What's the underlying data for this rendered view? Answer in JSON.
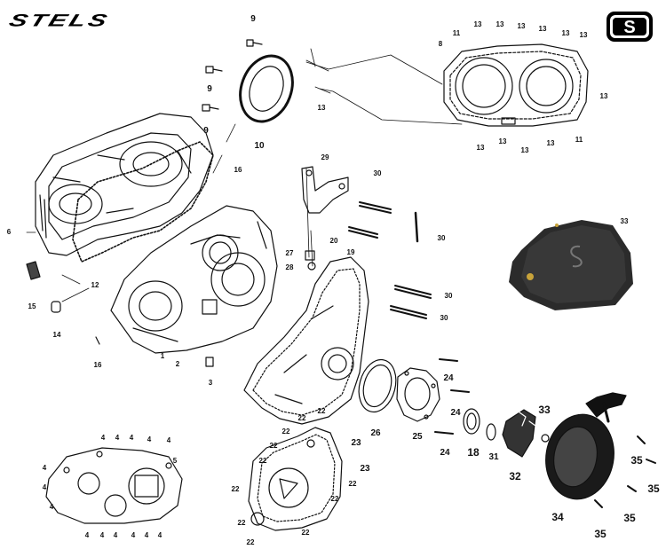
{
  "brand": {
    "name": "STELS",
    "logo_letter": "S"
  },
  "photo": {
    "label": "33"
  },
  "labels": [
    {
      "id": "l9a",
      "text": "9"
    },
    {
      "id": "l9b",
      "text": "9"
    },
    {
      "id": "l9c",
      "text": "9"
    },
    {
      "id": "l10",
      "text": "10"
    },
    {
      "id": "l13a",
      "text": "13"
    },
    {
      "id": "l8",
      "text": "8"
    },
    {
      "id": "l11a",
      "text": "11"
    },
    {
      "id": "l13b",
      "text": "13"
    },
    {
      "id": "l13c",
      "text": "13"
    },
    {
      "id": "l13d",
      "text": "13"
    },
    {
      "id": "l13e",
      "text": "13"
    },
    {
      "id": "l13f",
      "text": "13"
    },
    {
      "id": "l13g",
      "text": "13"
    },
    {
      "id": "l13h",
      "text": "13"
    },
    {
      "id": "l13i",
      "text": "13"
    },
    {
      "id": "l13j",
      "text": "13"
    },
    {
      "id": "l13k",
      "text": "13"
    },
    {
      "id": "l13l",
      "text": "13"
    },
    {
      "id": "l11b",
      "text": "11"
    },
    {
      "id": "l16a",
      "text": "16"
    },
    {
      "id": "l6",
      "text": "6"
    },
    {
      "id": "l12",
      "text": "12"
    },
    {
      "id": "l15",
      "text": "15"
    },
    {
      "id": "l14",
      "text": "14"
    },
    {
      "id": "l16b",
      "text": "16"
    },
    {
      "id": "l1",
      "text": "1"
    },
    {
      "id": "l2",
      "text": "2"
    },
    {
      "id": "l3",
      "text": "3"
    },
    {
      "id": "l29",
      "text": "29"
    },
    {
      "id": "l30a",
      "text": "30"
    },
    {
      "id": "l30b",
      "text": "30"
    },
    {
      "id": "l30c",
      "text": "30"
    },
    {
      "id": "l30d",
      "text": "30"
    },
    {
      "id": "l27",
      "text": "27"
    },
    {
      "id": "l28",
      "text": "28"
    },
    {
      "id": "l20",
      "text": "20"
    },
    {
      "id": "l19",
      "text": "19"
    },
    {
      "id": "l24a",
      "text": "24"
    },
    {
      "id": "l24b",
      "text": "24"
    },
    {
      "id": "l24c",
      "text": "24"
    },
    {
      "id": "l26",
      "text": "26"
    },
    {
      "id": "l25",
      "text": "25"
    },
    {
      "id": "l18",
      "text": "18"
    },
    {
      "id": "l31",
      "text": "31"
    },
    {
      "id": "l33",
      "text": "33"
    },
    {
      "id": "l32",
      "text": "32"
    },
    {
      "id": "l34",
      "text": "34"
    },
    {
      "id": "l35a",
      "text": "35"
    },
    {
      "id": "l35b",
      "text": "35"
    },
    {
      "id": "l35c",
      "text": "35"
    },
    {
      "id": "l35d",
      "text": "35"
    },
    {
      "id": "l22a",
      "text": "22"
    },
    {
      "id": "l22b",
      "text": "22"
    },
    {
      "id": "l22c",
      "text": "22"
    },
    {
      "id": "l22d",
      "text": "22"
    },
    {
      "id": "l22e",
      "text": "22"
    },
    {
      "id": "l22f",
      "text": "22"
    },
    {
      "id": "l22g",
      "text": "22"
    },
    {
      "id": "l22h",
      "text": "22"
    },
    {
      "id": "l22i",
      "text": "22"
    },
    {
      "id": "l22j",
      "text": "22"
    },
    {
      "id": "l22k",
      "text": "22"
    },
    {
      "id": "l23a",
      "text": "23"
    },
    {
      "id": "l23b",
      "text": "23"
    },
    {
      "id": "l4a",
      "text": "4"
    },
    {
      "id": "l4b",
      "text": "4"
    },
    {
      "id": "l4c",
      "text": "4"
    },
    {
      "id": "l4d",
      "text": "4"
    },
    {
      "id": "l4e",
      "text": "4"
    },
    {
      "id": "l4f",
      "text": "4"
    },
    {
      "id": "l4g",
      "text": "4"
    },
    {
      "id": "l4h",
      "text": "4"
    },
    {
      "id": "l4i",
      "text": "4"
    },
    {
      "id": "l4j",
      "text": "4"
    },
    {
      "id": "l4k",
      "text": "4"
    },
    {
      "id": "l4l",
      "text": "4"
    },
    {
      "id": "l4m",
      "text": "4"
    },
    {
      "id": "l4n",
      "text": "4"
    },
    {
      "id": "l5",
      "text": "5"
    }
  ]
}
